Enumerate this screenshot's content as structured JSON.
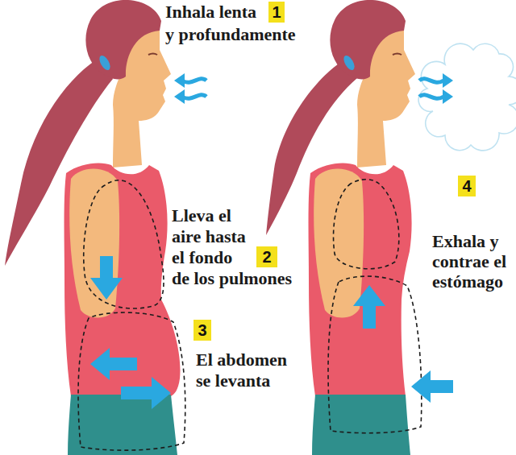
{
  "diagram": {
    "nodes": [
      {
        "text": [
          "1"
        ]
      },
      {
        "text": [
          "2"
        ]
      },
      {
        "text": [
          "3"
        ]
      },
      {
        "text": [
          "4"
        ]
      }
    ],
    "labels": [
      "Inhala lenta y profundamente",
      "Lleva el aire hasta el fondo de los pulmones",
      "El abdomen se levanta",
      "Exhala y contrae el estómago"
    ]
  }
}
